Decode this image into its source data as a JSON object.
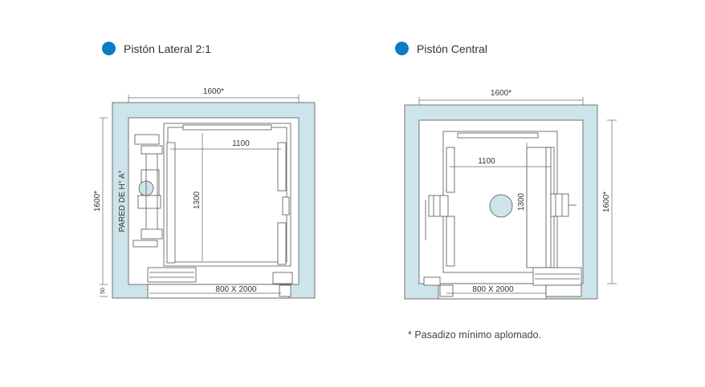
{
  "colors": {
    "accent": "#0a7bc4",
    "wall_fill": "#cde4ea",
    "wall_stroke": "#555555",
    "piston_fill": "#cde4ea"
  },
  "diagrams": [
    {
      "title": "Pistón Lateral 2:1",
      "shaft_width": "1600*",
      "shaft_depth": "1600*",
      "cabin_width": "1100",
      "cabin_depth": "1300",
      "door": "800 X 2000",
      "wall_label": "PARED DE H° A°",
      "pit_label": "50"
    },
    {
      "title": "Pistón Central",
      "shaft_width": "1600*",
      "shaft_depth": "1600*",
      "cabin_width": "1100",
      "cabin_depth": "1300",
      "door": "800 X 2000"
    }
  ],
  "footnote": "* Pasadizo mínimo aplomado."
}
